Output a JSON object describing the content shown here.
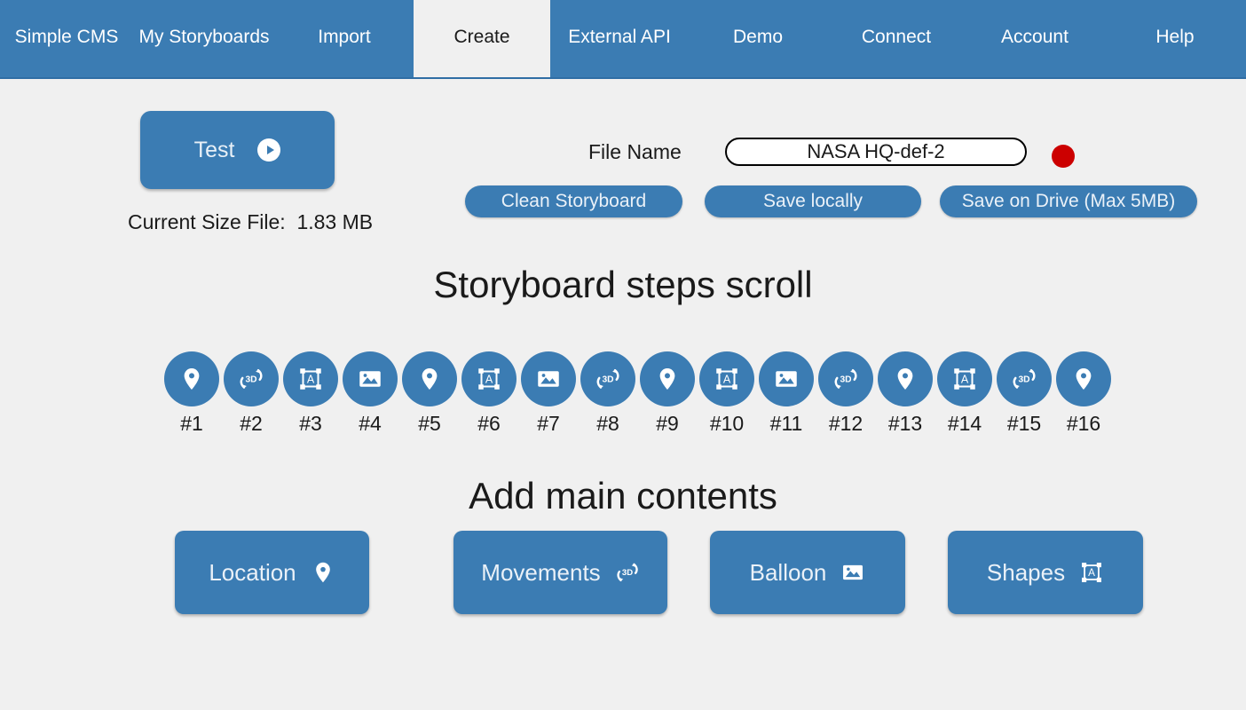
{
  "nav": {
    "active_tab": "Create",
    "tabs": [
      {
        "label": "Simple CMS",
        "width": 150,
        "active": false
      },
      {
        "label": "My Storyboards",
        "width": 160,
        "active": false
      },
      {
        "label": "Import",
        "width": 156,
        "active": false
      },
      {
        "label": "Create",
        "width": 154,
        "active": true
      },
      {
        "label": "External API",
        "width": 156,
        "active": false
      },
      {
        "label": "Demo",
        "width": 156,
        "active": false
      },
      {
        "label": "Connect",
        "width": 156,
        "active": false
      },
      {
        "label": "Account",
        "width": 156,
        "active": false
      },
      {
        "label": "Help",
        "width": 160,
        "active": false
      }
    ]
  },
  "toolbar": {
    "test_label": "Test",
    "test_icon": "play-icon",
    "current_size": "Current Size File:  1.83 MB",
    "filename_label": "File Name",
    "filename_value": "NASA HQ-def-2",
    "filename_placeholder": "File Name",
    "record_indicator": "record-dot",
    "clean_label": "Clean Storyboard",
    "save_local_label": "Save locally",
    "save_drive_label": "Save on Drive (Max 5MB)"
  },
  "steps_section": {
    "title": "Storyboard steps scroll",
    "steps": [
      {
        "label": "#1",
        "icon": "location-pin-icon"
      },
      {
        "label": "#2",
        "icon": "movement-3d-icon"
      },
      {
        "label": "#3",
        "icon": "shapes-icon"
      },
      {
        "label": "#4",
        "icon": "image-icon"
      },
      {
        "label": "#5",
        "icon": "location-pin-icon"
      },
      {
        "label": "#6",
        "icon": "shapes-icon"
      },
      {
        "label": "#7",
        "icon": "image-icon"
      },
      {
        "label": "#8",
        "icon": "movement-3d-icon"
      },
      {
        "label": "#9",
        "icon": "location-pin-icon"
      },
      {
        "label": "#10",
        "icon": "shapes-icon"
      },
      {
        "label": "#11",
        "icon": "image-icon"
      },
      {
        "label": "#12",
        "icon": "movement-3d-icon"
      },
      {
        "label": "#13",
        "icon": "location-pin-icon"
      },
      {
        "label": "#14",
        "icon": "shapes-icon"
      },
      {
        "label": "#15",
        "icon": "movement-3d-icon"
      },
      {
        "label": "#16",
        "icon": "location-pin-icon"
      }
    ]
  },
  "contents_section": {
    "title": "Add main contents",
    "buttons": [
      {
        "label": "Location",
        "icon": "location-pin-icon"
      },
      {
        "label": "Movements",
        "icon": "movement-3d-icon"
      },
      {
        "label": "Balloon",
        "icon": "image-icon"
      },
      {
        "label": "Shapes",
        "icon": "shapes-icon"
      }
    ]
  },
  "colors": {
    "primary_blue": "#3b7cb3",
    "nav_border": "#2f6ea5",
    "page_background": "#f0f0f0",
    "record_red": "#cc0000",
    "text_dark": "#1a1a1a",
    "text_on_blue": "#eaf1f8"
  }
}
